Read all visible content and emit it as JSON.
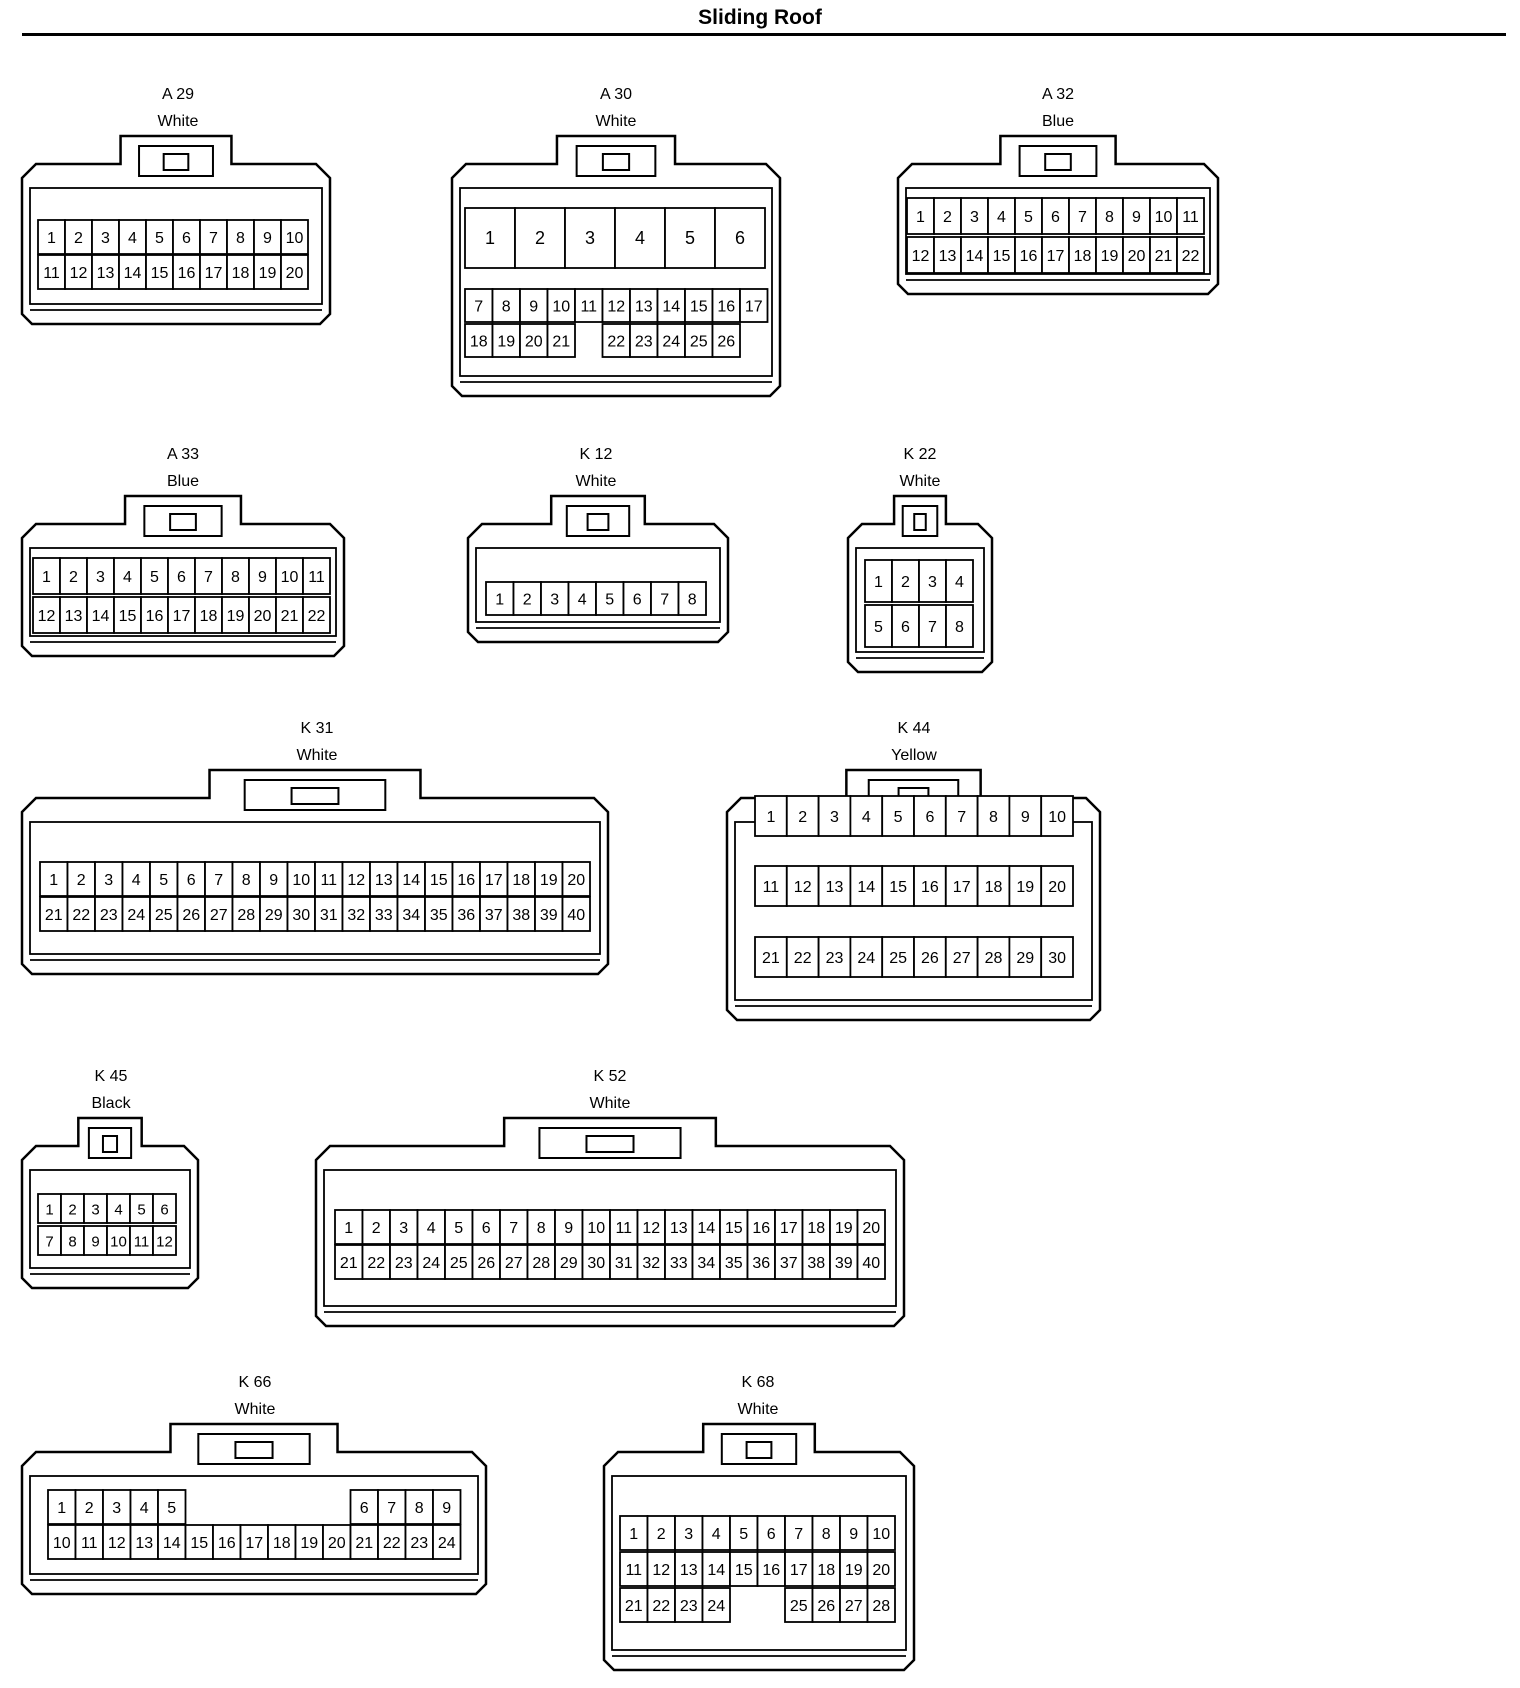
{
  "title": "Sliding Roof",
  "connectors": [
    {
      "id": "A 29",
      "color": "White",
      "rows": [
        [
          "1",
          "2",
          "3",
          "4",
          "5",
          "6",
          "7",
          "8",
          "9",
          "10"
        ],
        [
          "11",
          "12",
          "13",
          "14",
          "15",
          "16",
          "17",
          "18",
          "19",
          "20"
        ]
      ]
    },
    {
      "id": "A 30",
      "color": "White",
      "rows": [
        [
          "1",
          "2",
          "3",
          "4",
          "5",
          "6"
        ],
        [
          "7",
          "8",
          "9",
          "10",
          "11",
          "12",
          "13",
          "14",
          "15",
          "16",
          "17"
        ],
        [
          "18",
          "19",
          "20",
          "21",
          "",
          "22",
          "23",
          "24",
          "25",
          "26"
        ]
      ]
    },
    {
      "id": "A 32",
      "color": "Blue",
      "rows": [
        [
          "1",
          "2",
          "3",
          "4",
          "5",
          "6",
          "7",
          "8",
          "9",
          "10",
          "11"
        ],
        [
          "12",
          "13",
          "14",
          "15",
          "16",
          "17",
          "18",
          "19",
          "20",
          "21",
          "22"
        ]
      ]
    },
    {
      "id": "A 33",
      "color": "Blue",
      "rows": [
        [
          "1",
          "2",
          "3",
          "4",
          "5",
          "6",
          "7",
          "8",
          "9",
          "10",
          "11"
        ],
        [
          "12",
          "13",
          "14",
          "15",
          "16",
          "17",
          "18",
          "19",
          "20",
          "21",
          "22"
        ]
      ]
    },
    {
      "id": "K 12",
      "color": "White",
      "rows": [
        [
          "1",
          "2",
          "3",
          "4",
          "5",
          "6",
          "7",
          "8"
        ]
      ]
    },
    {
      "id": "K 22",
      "color": "White",
      "rows": [
        [
          "1",
          "2",
          "3",
          "4"
        ],
        [
          "5",
          "6",
          "7",
          "8"
        ]
      ]
    },
    {
      "id": "K 31",
      "color": "White",
      "rows": [
        [
          "1",
          "2",
          "3",
          "4",
          "5",
          "6",
          "7",
          "8",
          "9",
          "10",
          "11",
          "12",
          "13",
          "14",
          "15",
          "16",
          "17",
          "18",
          "19",
          "20"
        ],
        [
          "21",
          "22",
          "23",
          "24",
          "25",
          "26",
          "27",
          "28",
          "29",
          "30",
          "31",
          "32",
          "33",
          "34",
          "35",
          "36",
          "37",
          "38",
          "39",
          "40"
        ]
      ]
    },
    {
      "id": "K 44",
      "color": "Yellow",
      "rows": [
        [
          "1",
          "2",
          "3",
          "4",
          "5",
          "6",
          "7",
          "8",
          "9",
          "10"
        ],
        [
          "11",
          "12",
          "13",
          "14",
          "15",
          "16",
          "17",
          "18",
          "19",
          "20"
        ],
        [
          "21",
          "22",
          "23",
          "24",
          "25",
          "26",
          "27",
          "28",
          "29",
          "30"
        ]
      ]
    },
    {
      "id": "K 45",
      "color": "Black",
      "rows": [
        [
          "1",
          "2",
          "3",
          "4",
          "5",
          "6"
        ],
        [
          "7",
          "8",
          "9",
          "10",
          "11",
          "12"
        ]
      ]
    },
    {
      "id": "K 52",
      "color": "White",
      "rows": [
        [
          "1",
          "2",
          "3",
          "4",
          "5",
          "6",
          "7",
          "8",
          "9",
          "10",
          "11",
          "12",
          "13",
          "14",
          "15",
          "16",
          "17",
          "18",
          "19",
          "20"
        ],
        [
          "21",
          "22",
          "23",
          "24",
          "25",
          "26",
          "27",
          "28",
          "29",
          "30",
          "31",
          "32",
          "33",
          "34",
          "35",
          "36",
          "37",
          "38",
          "39",
          "40"
        ]
      ]
    },
    {
      "id": "K 66",
      "color": "White",
      "rows": [
        [
          "1",
          "2",
          "3",
          "4",
          "5",
          "",
          "",
          "",
          "",
          "",
          "",
          "6",
          "7",
          "8",
          "9"
        ],
        [
          "10",
          "11",
          "12",
          "13",
          "14",
          "15",
          "16",
          "17",
          "18",
          "19",
          "20",
          "21",
          "22",
          "23",
          "24"
        ]
      ]
    },
    {
      "id": "K 68",
      "color": "White",
      "rows": [
        [
          "1",
          "2",
          "3",
          "4",
          "5",
          "6",
          "7",
          "8",
          "9",
          "10"
        ],
        [
          "11",
          "12",
          "13",
          "14",
          "15",
          "16",
          "17",
          "18",
          "19",
          "20"
        ],
        [
          "21",
          "22",
          "23",
          "24",
          "",
          "",
          "25",
          "26",
          "27",
          "28"
        ]
      ]
    }
  ]
}
